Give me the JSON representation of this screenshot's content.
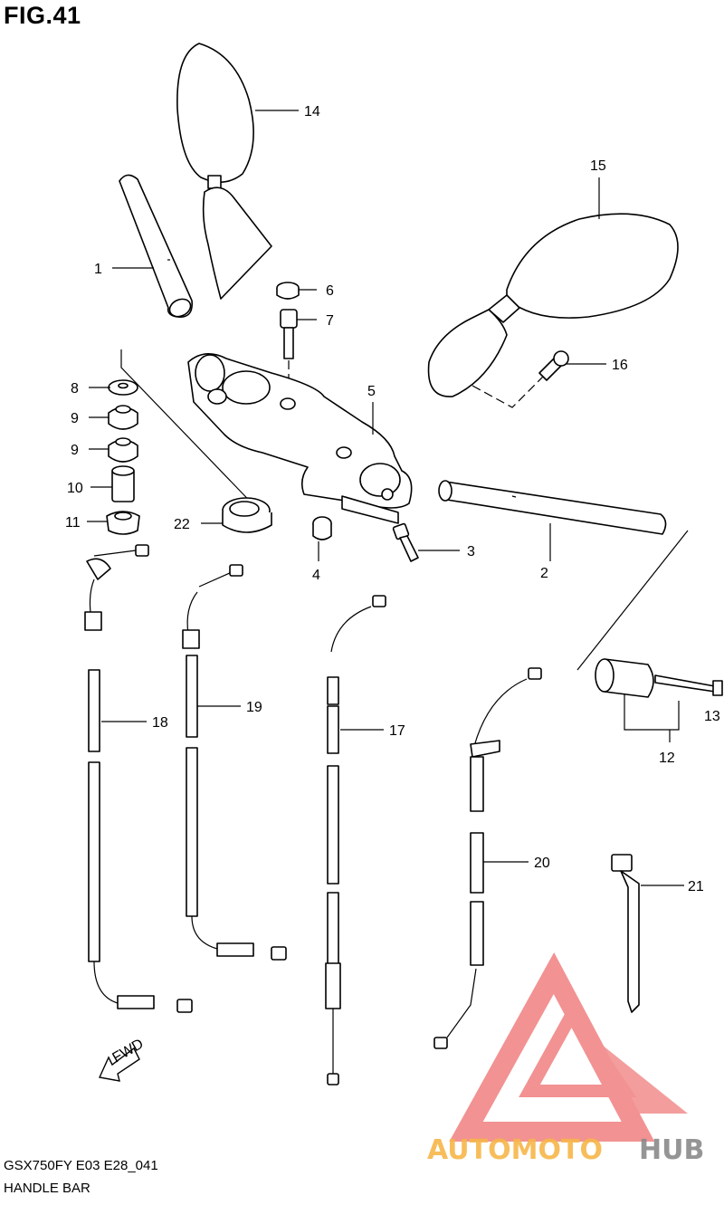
{
  "figure": {
    "title": "FIG.41"
  },
  "callouts": [
    {
      "id": "p1",
      "label": "1"
    },
    {
      "id": "p2",
      "label": "2"
    },
    {
      "id": "p3",
      "label": "3"
    },
    {
      "id": "p4",
      "label": "4"
    },
    {
      "id": "p5",
      "label": "5"
    },
    {
      "id": "p6",
      "label": "6"
    },
    {
      "id": "p7",
      "label": "7"
    },
    {
      "id": "p8",
      "label": "8"
    },
    {
      "id": "p9a",
      "label": "9"
    },
    {
      "id": "p9b",
      "label": "9"
    },
    {
      "id": "p10",
      "label": "10"
    },
    {
      "id": "p11",
      "label": "11"
    },
    {
      "id": "p12",
      "label": "12"
    },
    {
      "id": "p13",
      "label": "13"
    },
    {
      "id": "p14",
      "label": "14"
    },
    {
      "id": "p15",
      "label": "15"
    },
    {
      "id": "p16",
      "label": "16"
    },
    {
      "id": "p17",
      "label": "17"
    },
    {
      "id": "p18",
      "label": "18"
    },
    {
      "id": "p19",
      "label": "19"
    },
    {
      "id": "p20",
      "label": "20"
    },
    {
      "id": "p21",
      "label": "21"
    },
    {
      "id": "p22",
      "label": "22"
    }
  ],
  "direction_marker": {
    "label": "FWD"
  },
  "footer": {
    "model_code": "GSX750FY E03 E28_041",
    "section_name": "HANDLE BAR"
  },
  "watermark": {
    "part1": "AUTOMOTO",
    "part2": "HUB",
    "color1": "#f7b64a",
    "color2": "#8a8a8a",
    "logo_color": "#f08080"
  }
}
